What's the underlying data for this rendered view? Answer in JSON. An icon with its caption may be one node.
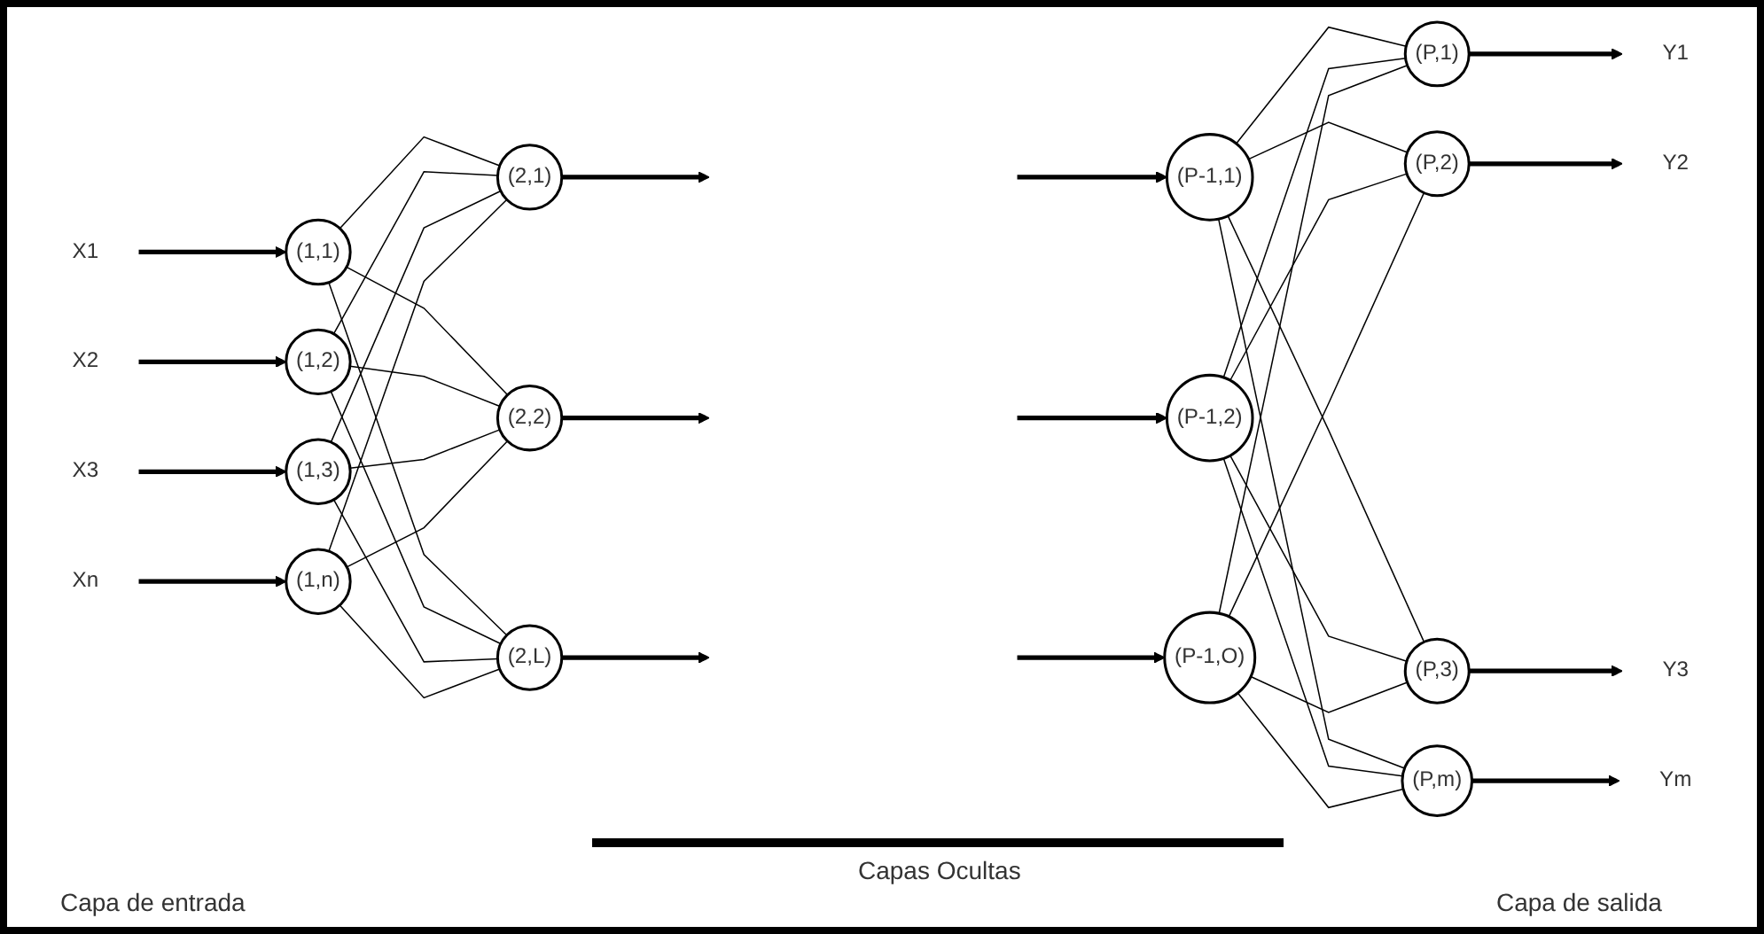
{
  "diagram": {
    "nodes": [
      {
        "text": [
          "X1"
        ]
      },
      {
        "text": [
          "(1,1)"
        ]
      },
      {
        "text": [
          "X2"
        ]
      },
      {
        "text": [
          "(1,2)"
        ]
      },
      {
        "text": [
          "X3"
        ]
      },
      {
        "text": [
          "(1,3)"
        ]
      },
      {
        "text": [
          "Xn"
        ]
      },
      {
        "text": [
          "(1,n)"
        ]
      },
      {
        "text": [
          "(2,1)"
        ]
      },
      {
        "text": [
          "(2,2)"
        ]
      },
      {
        "text": [
          "(2,L)"
        ]
      },
      {
        "text": [
          "(P-1,1)"
        ]
      },
      {
        "text": [
          "(P-1,2)"
        ]
      },
      {
        "text": [
          "(P-1,O)"
        ]
      },
      {
        "text": [
          "(P,1)"
        ]
      },
      {
        "text": [
          "Y1"
        ]
      },
      {
        "text": [
          "(P,2)"
        ]
      },
      {
        "text": [
          "Y2"
        ]
      },
      {
        "text": [
          "(P,3)"
        ]
      },
      {
        "text": [
          "Y3"
        ]
      },
      {
        "text": [
          "(P,m)"
        ]
      },
      {
        "text": [
          "Ym"
        ]
      }
    ],
    "edges": [
      {
        "from": 0,
        "to": 1,
        "arrow": "to",
        "style": "thick"
      },
      {
        "from": 2,
        "to": 3,
        "arrow": "to",
        "style": "thick"
      },
      {
        "from": 4,
        "to": 5,
        "arrow": "to",
        "style": "thick"
      },
      {
        "from": 6,
        "to": 7,
        "arrow": "to",
        "style": "thick"
      },
      {
        "from": 1,
        "to": 8,
        "arrow": "none"
      },
      {
        "from": 1,
        "to": 9,
        "arrow": "none"
      },
      {
        "from": 1,
        "to": 10,
        "arrow": "none"
      },
      {
        "from": 3,
        "to": 8,
        "arrow": "none"
      },
      {
        "from": 3,
        "to": 9,
        "arrow": "none"
      },
      {
        "from": 3,
        "to": 10,
        "arrow": "none"
      },
      {
        "from": 5,
        "to": 8,
        "arrow": "none"
      },
      {
        "from": 5,
        "to": 9,
        "arrow": "none"
      },
      {
        "from": 5,
        "to": 10,
        "arrow": "none"
      },
      {
        "from": 7,
        "to": 8,
        "arrow": "none"
      },
      {
        "from": 7,
        "to": 9,
        "arrow": "none"
      },
      {
        "from": 7,
        "to": 10,
        "arrow": "none"
      },
      {
        "from": 8,
        "to": null,
        "arrow": "to",
        "style": "thick"
      },
      {
        "from": 9,
        "to": null,
        "arrow": "to",
        "style": "thick"
      },
      {
        "from": 10,
        "to": null,
        "arrow": "to",
        "style": "thick"
      },
      {
        "from": null,
        "to": 11,
        "arrow": "to",
        "style": "thick"
      },
      {
        "from": null,
        "to": 12,
        "arrow": "to",
        "style": "thick"
      },
      {
        "from": null,
        "to": 13,
        "arrow": "to",
        "style": "thick"
      },
      {
        "from": 11,
        "to": 14,
        "arrow": "none"
      },
      {
        "from": 11,
        "to": 16,
        "arrow": "none"
      },
      {
        "from": 11,
        "to": 18,
        "arrow": "none"
      },
      {
        "from": 11,
        "to": 20,
        "arrow": "none"
      },
      {
        "from": 12,
        "to": 14,
        "arrow": "none"
      },
      {
        "from": 12,
        "to": 16,
        "arrow": "none"
      },
      {
        "from": 12,
        "to": 18,
        "arrow": "none"
      },
      {
        "from": 12,
        "to": 20,
        "arrow": "none"
      },
      {
        "from": 13,
        "to": 14,
        "arrow": "none"
      },
      {
        "from": 13,
        "to": 16,
        "arrow": "none"
      },
      {
        "from": 13,
        "to": 18,
        "arrow": "none"
      },
      {
        "from": 13,
        "to": 20,
        "arrow": "none"
      },
      {
        "from": 14,
        "to": 15,
        "arrow": "to",
        "style": "thick"
      },
      {
        "from": 16,
        "to": 17,
        "arrow": "to",
        "style": "thick"
      },
      {
        "from": 18,
        "to": 19,
        "arrow": "to",
        "style": "thick"
      },
      {
        "from": 20,
        "to": 21,
        "arrow": "to",
        "style": "thick"
      }
    ],
    "labels": [
      "Capas Ocultas",
      "Capa de entrada",
      "Capa de salida"
    ]
  }
}
